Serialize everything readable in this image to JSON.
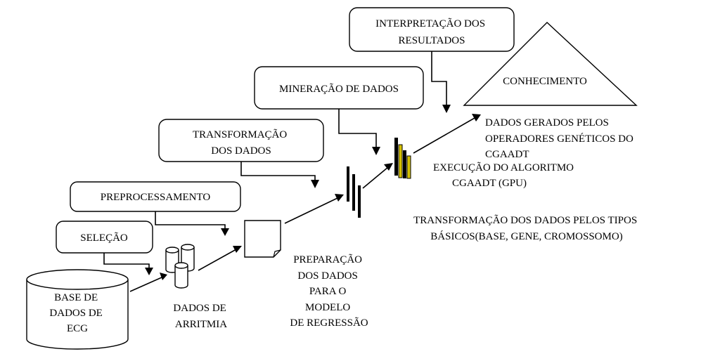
{
  "diagram": {
    "boxes": {
      "interpretacao": [
        "INTERPRETAÇÃO DOS",
        "RESULTADOS"
      ],
      "mineracao": [
        "MINERAÇÃO DE DADOS"
      ],
      "transformacao": [
        "TRANSFORMAÇÃO",
        "DOS DADOS"
      ],
      "preprocessamento": [
        "PREPROCESSAMENTO"
      ],
      "selecao": [
        "SELEÇÃO"
      ]
    },
    "nodes": {
      "conhecimento": "CONHECIMENTO",
      "base_dados": [
        "BASE DE",
        "DADOS DE",
        "ECG"
      ]
    },
    "labels": {
      "dados_arritmia": [
        "DADOS DE",
        "ARRITMIA"
      ],
      "preparacao": [
        "PREPARAÇÃO",
        "DOS DADOS",
        "PARA O",
        "MODELO",
        "DE REGRESSÃO"
      ],
      "transformacao_tipos": [
        "TRANSFORMAÇÃO  DOS DADOS PELOS TIPOS",
        "BÁSICOS(BASE, GENE, CROMOSSOMO)"
      ],
      "execucao": [
        "EXECUÇÃO DO ALGORITMO",
        "CGAADT (GPU)"
      ],
      "dados_gerados": [
        "DADOS GERADOS PELOS",
        "OPERADORES GENÉTICOS DO",
        "CGAADT"
      ]
    }
  }
}
